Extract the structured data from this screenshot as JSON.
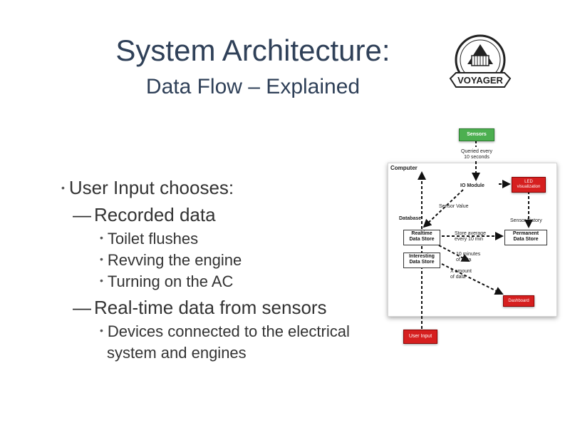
{
  "header": {
    "title": "System Architecture:",
    "subtitle": "Data Flow – Explained",
    "logo_text": "VOYAGER"
  },
  "bullets": {
    "l1": "User Input chooses:",
    "recorded": "Recorded data",
    "recorded_items": [
      "Toilet flushes",
      "Revving the engine",
      "Turning on the AC"
    ],
    "realtime": "Real-time data from sensors",
    "realtime_items": [
      "Devices connected to the electrical",
      "system and engines"
    ]
  },
  "diagram": {
    "sensors": "Sensors",
    "queried": [
      "Queried every",
      "10 seconds"
    ],
    "computer": "Computer",
    "io_module": "IO Module",
    "led": [
      "LED",
      "visualization"
    ],
    "sensor_value": "Sensor Value",
    "database": "Database",
    "sensor_history": "Sensor history",
    "realtime_store": [
      "Realtime",
      "Data Store"
    ],
    "store_average": [
      "Store average",
      "every 10 min"
    ],
    "permanent_store": [
      "Permanent",
      "Data Store"
    ],
    "interesting_store": [
      "Interesting",
      "Data Store"
    ],
    "ten_minutes": [
      "10 minutes",
      "of data"
    ],
    "x_amount": [
      "X amount",
      "of data"
    ],
    "dashboard": "Dashboard",
    "user_input": "User Input"
  },
  "colors": {
    "title": "#2f4058",
    "green_box": "#4caf50",
    "red_box": "#d61f1f"
  }
}
